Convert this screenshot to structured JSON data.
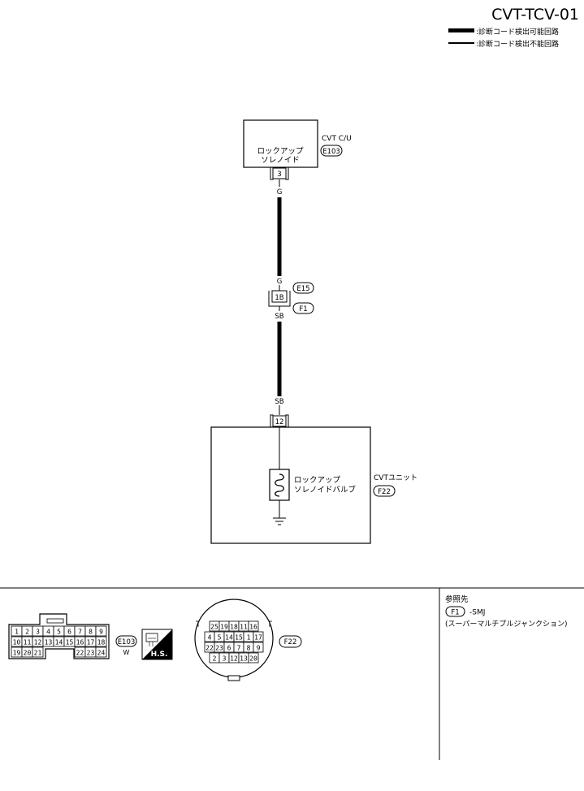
{
  "header": {
    "diagram_code": "CVT-TCV-01",
    "legend_detectable": ":診断コード検出可能回路",
    "legend_not_detectable": ":診断コード検出不能回路"
  },
  "cvt_cu": {
    "name": "CVT C/U",
    "connector": "E103",
    "component_line1": "ロックアップ",
    "component_line2": "ソレノイド",
    "terminal": "3",
    "wire_color": "G"
  },
  "junction": {
    "terminal": "1B",
    "color_upper": "G",
    "color_lower": "SB",
    "connector_upper": "E15",
    "connector_lower": "F1"
  },
  "cvt_unit": {
    "name": "CVTユニット",
    "connector": "F22",
    "wire_color": "SB",
    "terminal": "12",
    "component_line1": "ロックアップ",
    "component_line2": "ソレノイドバルブ"
  },
  "connectors": {
    "e103": {
      "id": "E103",
      "color": "W",
      "row1": [
        "1",
        "2",
        "3",
        "4",
        "5",
        "6",
        "7",
        "8",
        "9"
      ],
      "row2": [
        "10",
        "11",
        "12",
        "13",
        "14",
        "15",
        "16",
        "17",
        "18"
      ],
      "row3_left": [
        "19",
        "20",
        "21"
      ],
      "row3_right": [
        "22",
        "23",
        "24"
      ]
    },
    "hs_label": "H.S.",
    "f22": {
      "id": "F22",
      "row1": [
        "25",
        "19",
        "18",
        "11",
        "16"
      ],
      "row2": [
        "4",
        "5",
        "14",
        "15",
        "1",
        "17"
      ],
      "row3": [
        "22",
        "23",
        "6",
        "7",
        "8",
        "9"
      ],
      "row4": [
        "2",
        "3",
        "12",
        "13",
        "20"
      ]
    }
  },
  "reference": {
    "title": "参照先",
    "connector": "F1",
    "suffix": "-SMJ",
    "description": "(スーパーマルチプルジャンクション)"
  }
}
